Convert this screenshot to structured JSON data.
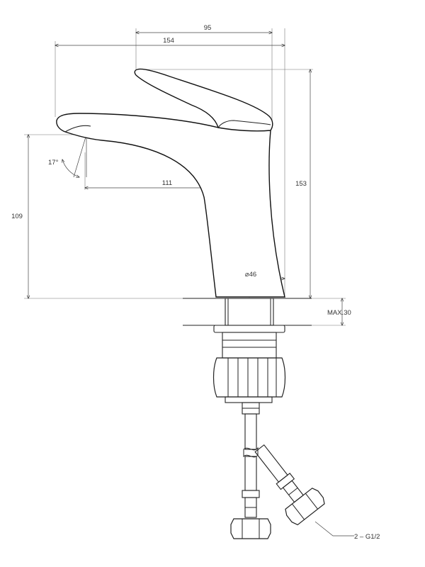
{
  "dimensions": {
    "handle_offset": "95",
    "overall_length": "154",
    "overall_height": "153",
    "spout_height": "109",
    "spout_reach": "111",
    "spout_angle": "17°",
    "base_diameter": "⌀46",
    "max_deck_thickness": "MAX.30",
    "connection": "2 – G1/2"
  },
  "colors": {
    "line": "#222222",
    "background": "#ffffff"
  }
}
